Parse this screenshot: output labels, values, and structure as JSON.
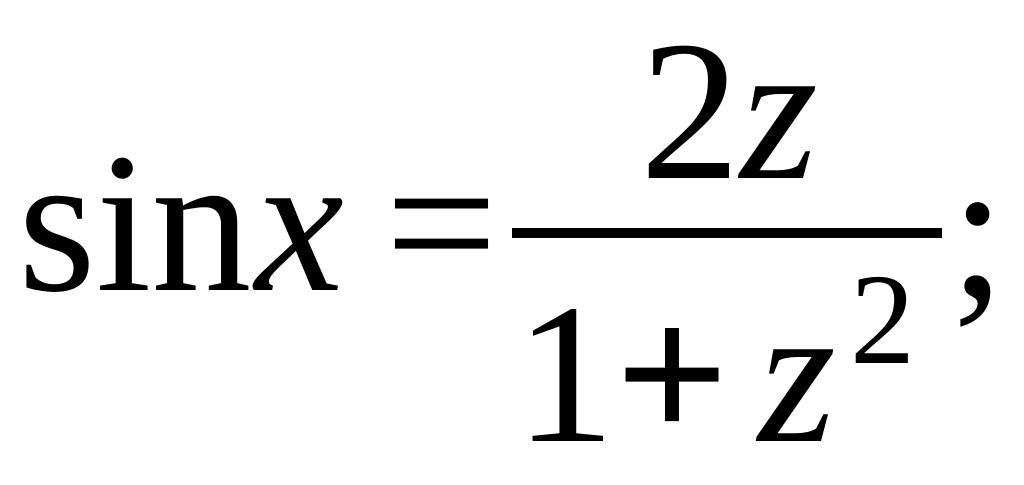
{
  "formula": {
    "function": "sin",
    "variable": "x",
    "equals": "=",
    "numerator": {
      "coefficient": "2",
      "variable": "z"
    },
    "denominator": {
      "constant": "1",
      "operator": "+",
      "variable": "z",
      "exponent": "2"
    },
    "terminator": ";"
  }
}
